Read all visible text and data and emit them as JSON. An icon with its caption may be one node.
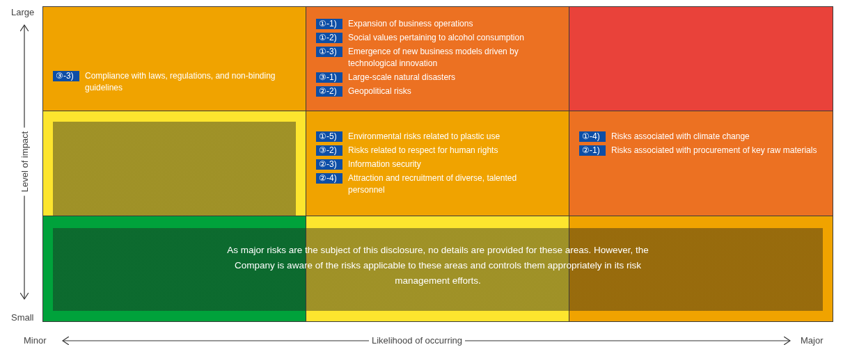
{
  "diagram": {
    "nodes": [
      {
        "text": [
          "③-3)",
          "Compliance with laws, regulations, and non-binding guidelines"
        ]
      },
      {
        "text": [
          "①-1)",
          "Expansion of business operations",
          "①-2)",
          "Social values pertaining to alcohol consumption",
          "①-3)",
          "Emergence of new business models driven by technological innovation",
          "③-1)",
          "Large-scale natural disasters",
          "②-2)",
          "Geopolitical risks"
        ]
      },
      {
        "text": [],
        "shape": "box"
      },
      {
        "text": [],
        "shape": "box"
      },
      {
        "text": [
          "①-5)",
          "Environmental risks related to plastic use",
          "③-2)",
          "Risks related to respect for human rights",
          "②-3)",
          "Information security",
          "②-4)",
          "Attraction and recruitment of diverse, talented personnel"
        ]
      },
      {
        "text": [
          "①-4)",
          "Risks associated with climate change",
          "②-1)",
          "Risks associated with procurement of key raw materials"
        ]
      },
      {
        "text": [],
        "shape": "box"
      },
      {
        "text": [],
        "shape": "box"
      },
      {
        "text": [],
        "shape": "box"
      },
      {
        "text": [
          "As major risks are the subject of this disclosure, no details are provided for these areas. However, the Company is aware of the risks applicable to these areas and controls them appropriately in its risk management efforts."
        ]
      }
    ],
    "labels": [
      "Large",
      "Level of impact",
      "Small",
      "Minor",
      "Likelihood of occurring",
      "Major"
    ]
  }
}
